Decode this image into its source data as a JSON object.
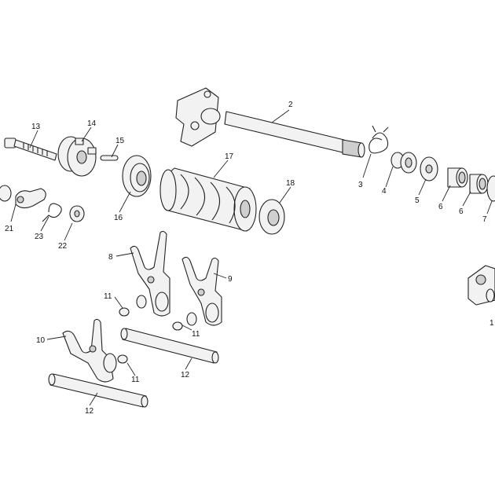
{
  "callouts": {
    "c2": "2",
    "c3": "3",
    "c4": "4",
    "c5": "5",
    "c6a": "6",
    "c6b": "6",
    "c7": "7",
    "c8": "8",
    "c9": "9",
    "c10": "10",
    "c11a": "11",
    "c11b": "11",
    "c11c": "11",
    "c12a": "12",
    "c12b": "12",
    "c13": "13",
    "c14": "14",
    "c15": "15",
    "c16": "16",
    "c17": "17",
    "c18": "18",
    "c21": "21",
    "c22": "22",
    "c23": "23",
    "c1": "1"
  }
}
